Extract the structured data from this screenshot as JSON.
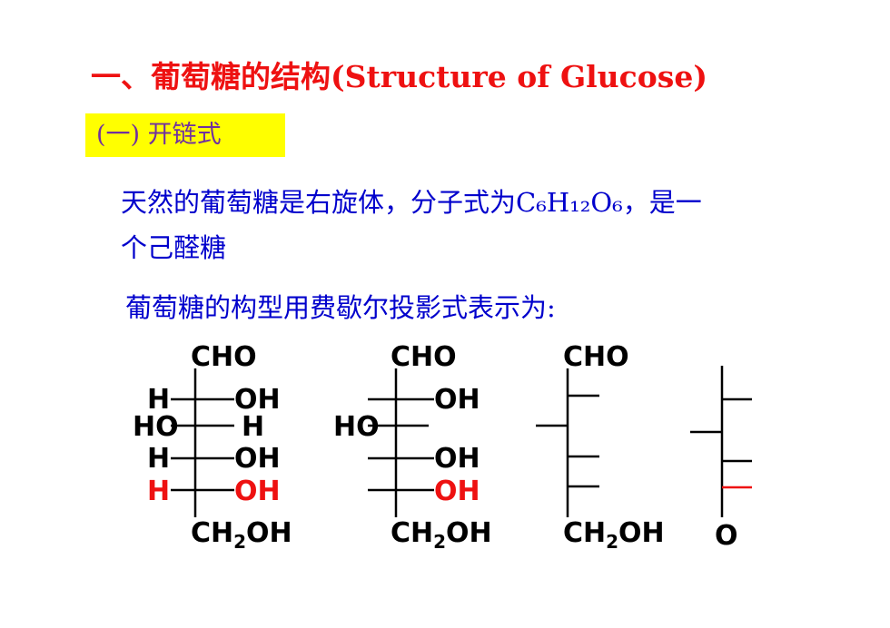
{
  "slide": {
    "title": "一、葡萄糖的结构(Structure of Glucose)",
    "subtitle": "(一) 开链式",
    "paragraph1": {
      "line1": "天然的葡萄糖是右旋体，分子式为C₆H₁₂O₆，是一",
      "line2": "个己醛糖"
    },
    "paragraph2": "葡萄糖的构型用费歇尔投影式表示为:"
  },
  "structures": {
    "s1": {
      "top": "CHO",
      "rows": [
        {
          "left": "H",
          "right": "OH"
        },
        {
          "left": "HO",
          "right": "H"
        },
        {
          "left": "H",
          "right": "OH"
        },
        {
          "left": "H",
          "right": "OH"
        }
      ],
      "bottom_main": "CH",
      "bottom_sub": "2",
      "bottom_tail": "OH"
    },
    "s2": {
      "top": "CHO",
      "rows": [
        {
          "left": "",
          "right": "OH"
        },
        {
          "left": "HO",
          "right": ""
        },
        {
          "left": "",
          "right": "OH"
        },
        {
          "left": "",
          "right": "OH"
        }
      ],
      "bottom_main": "CH",
      "bottom_sub": "2",
      "bottom_tail": "OH"
    },
    "s3": {
      "top": "CHO",
      "bottom_main": "CH",
      "bottom_sub": "2",
      "bottom_tail": "OH"
    },
    "s4": {
      "bottom": "O"
    }
  },
  "colors": {
    "title": "#ee1111",
    "subtitle_bg": "#ffff00",
    "subtitle_text": "#7030a0",
    "body_text": "#0000cc",
    "highlight": "#ee1111"
  }
}
